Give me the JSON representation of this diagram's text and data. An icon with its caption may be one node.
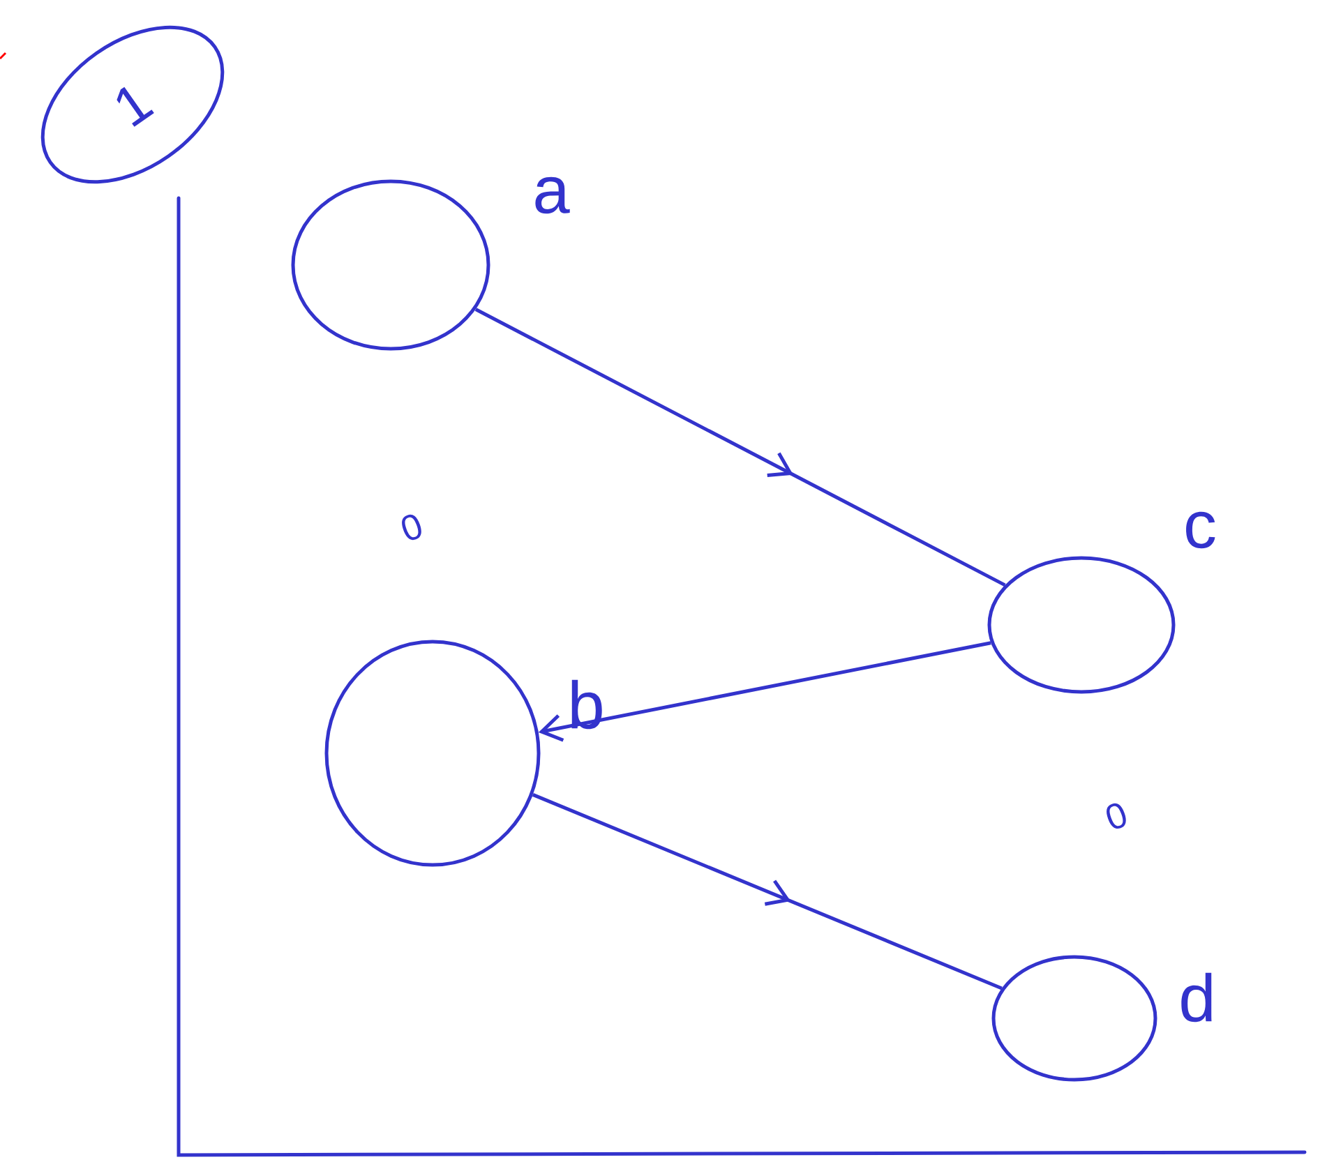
{
  "diagram": {
    "nodes": [
      {
        "text": [
          "1"
        ]
      },
      {
        "text": [],
        "shape": "circle",
        "beside": [
          "a"
        ]
      },
      {
        "text": [],
        "shape": "circle",
        "beside": [
          "b"
        ]
      },
      {
        "text": [],
        "shape": "circle",
        "beside": [
          "c"
        ]
      },
      {
        "text": [],
        "shape": "circle",
        "beside": [
          "d"
        ]
      }
    ],
    "edges": [
      {
        "from": 1,
        "to": 3,
        "arrow": "to"
      },
      {
        "from": 3,
        "to": 2,
        "arrow": "to"
      },
      {
        "from": 2,
        "to": 4,
        "arrow": "to"
      }
    ],
    "labels": [
      "0",
      "0"
    ]
  }
}
